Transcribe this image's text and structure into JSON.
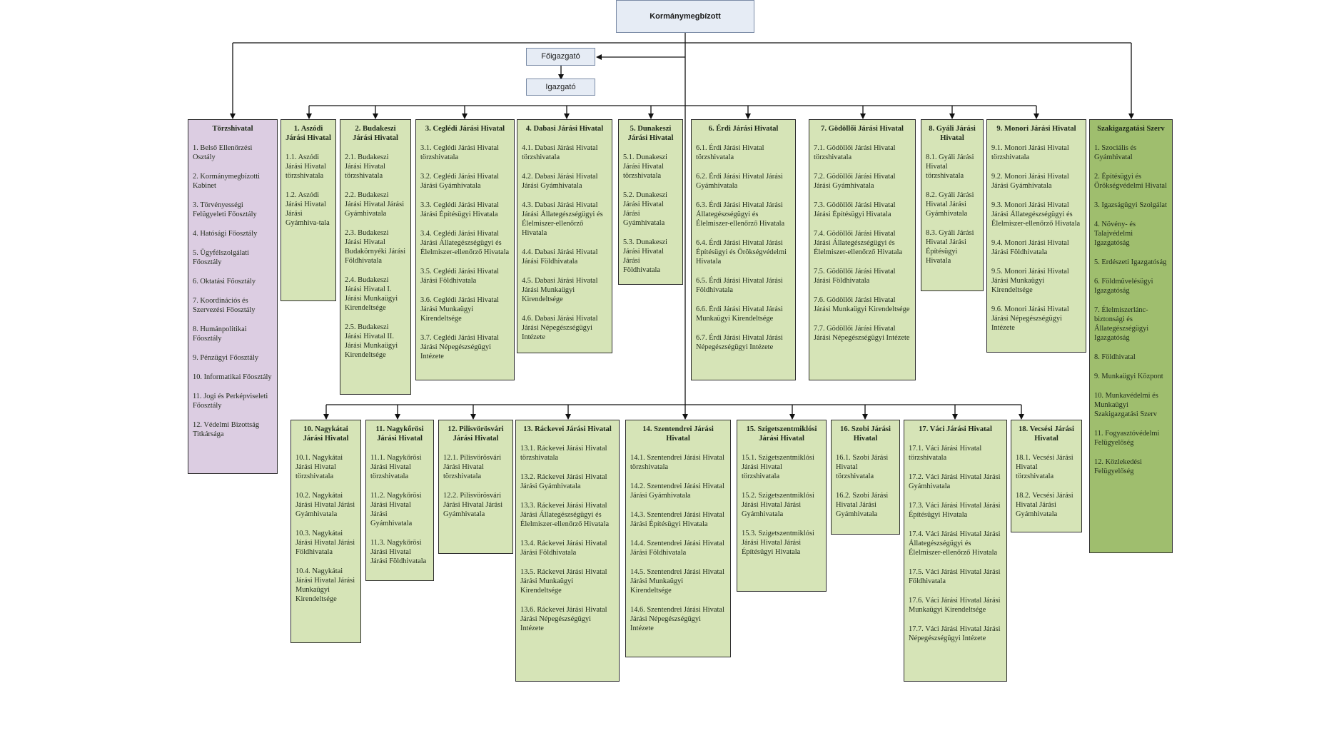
{
  "top": {
    "kormanymegbizott": "Kormánymegbízott",
    "foigazgato": "Főigazgató",
    "igazgato": "Igazgató"
  },
  "nodes": [
    {
      "title": "Törzshivatal",
      "color": "purple",
      "items": [
        "1. Belső Ellenőrzési Osztály",
        "2. Kormánymegbízotti Kabinet",
        "3. Törvényességi Felügyeleti Főosztály",
        "4. Hatósági Főosztály",
        "5. Ügyfélszolgálati Főosztály",
        "6. Oktatási Főosztály",
        "7. Koordinációs és Szervezési Főosztály",
        "8. Humánpolitikai Főosztály",
        "9. Pénzügyi Főosztály",
        "10. Informatikai Főosztály",
        "11. Jogi és Perképviseleti Főosztály",
        "12. Védelmi Bizottság Titkársága"
      ]
    },
    {
      "title": "1. Aszódi Járási Hivatal",
      "color": "green",
      "items": [
        "1.1. Aszódi Járási Hivatal törzshivatala",
        "1.2. Aszódi Járási Hivatal Járási Gyámhiva-tala"
      ]
    },
    {
      "title": "2. Budakeszi Járási Hivatal",
      "color": "green",
      "items": [
        "2.1. Budakeszi Járási Hivatal törzshivatala",
        "2.2. Budakeszi Járási Hivatal Járási Gyámhivatala",
        "2.3. Budakeszi Járási Hivatal Budakörnyéki Járási Földhivatala",
        "2.4. Budakeszi Járási Hivatal I. Járási Munkaügyi Kirendeltsége",
        "2.5. Budakeszi Járási Hivatal II. Járási Munkaügyi Kirendeltsége"
      ]
    },
    {
      "title": "3. Ceglédi Járási Hivatal",
      "color": "green",
      "items": [
        "3.1. Ceglédi Járási Hivatal törzshivatala",
        "3.2. Ceglédi Járási Hivatal Járási Gyámhivatala",
        "3.3. Ceglédi Járási Hivatal Járási Építésügyi Hivatala",
        "3.4. Ceglédi Járási Hivatal Járási Állategészségügyi és Élelmiszer-ellenőrző Hivatala",
        "3.5. Ceglédi Járási Hivatal Járási Földhivatala",
        "3.6. Ceglédi Járási Hivatal Járási Munkaügyi Kirendeltsége",
        "3.7. Ceglédi Járási Hivatal Járási Népegészségügyi Intézete"
      ]
    },
    {
      "title": "4. Dabasi Járási Hivatal",
      "color": "green",
      "items": [
        "4.1. Dabasi Járási Hivatal törzshivatala",
        "4.2. Dabasi Járási Hivatal Járási Gyámhivatala",
        "4.3. Dabasi Járási Hivatal Járási Állategészségügyi és Élelmiszer-ellenőrző Hivatala",
        "4.4. Dabasi Járási Hivatal Járási Földhivatala",
        "4.5. Dabasi Járási Hivatal Járási Munkaügyi Kirendeltsége",
        "4.6. Dabasi Járási Hivatal Járási Népegészségügyi Intézete"
      ]
    },
    {
      "title": "5. Dunakeszi Járási Hivatal",
      "color": "green",
      "items": [
        "5.1. Dunakeszi Járási Hivatal törzshivatala",
        "5.2. Dunakeszi Járási Hivatal Járási Gyámhivatala",
        "5.3. Dunakeszi Járási Hivatal Járási Földhivatala"
      ]
    },
    {
      "title": "6. Érdi Járási Hivatal",
      "color": "green",
      "items": [
        "6.1. Érdi Járási Hivatal törzshivatala",
        "6.2. Érdi Járási Hivatal Járási Gyámhivatala",
        "6.3. Érdi Járási Hivatal Járási Állategészségügyi és Élelmiszer-ellenőrző Hivatala",
        "6.4. Érdi Járási Hivatal Járási Építésügyi és Örökségvédelmi Hivatala",
        "6.5. Érdi Járási Hivatal Járási Földhivatala",
        "6.6. Érdi Járási Hivatal Járási Munkaügyi Kirendeltsége",
        "6.7. Érdi Járási Hivatal Járási Népegészségügyi Intézete"
      ]
    },
    {
      "title": "7. Gödöllői Járási Hivatal",
      "color": "green",
      "items": [
        "7.1. Gödöllői Járási Hivatal törzshivatala",
        "7.2. Gödöllői Járási Hivatal Járási Gyámhivatala",
        "7.3. Gödöllői Járási Hivatal Járási Építésügyi Hivatala",
        "7.4. Gödöllői Járási Hivatal Járási Állategészségügyi és Élelmiszer-ellenőrző Hivatala",
        "7.5. Gödöllői Járási Hivatal Járási Földhivatala",
        "7.6. Gödöllői Járási Hivatal Járási Munkaügyi Kirendeltsége",
        "7.7. Gödöllői Járási Hivatal Járási Népegészségügyi Intézete"
      ]
    },
    {
      "title": "8. Gyáli Járási Hivatal",
      "color": "green",
      "items": [
        "8.1. Gyáli Járási Hivatal törzshivatala",
        "8.2. Gyáli Járási Hivatal Járási Gyámhivatala",
        "8.3. Gyáli Járási Hivatal Járási Építésügyi Hivatala"
      ]
    },
    {
      "title": "9. Monori Járási Hivatal",
      "color": "green",
      "items": [
        "9.1. Monori Járási Hivatal törzshivatala",
        "9.2. Monori Járási Hivatal Járási Gyámhivatala",
        "9.3. Monori Járási Hivatal Járási Állategészségügyi és Élelmiszer-ellenőrző Hivatala",
        "9.4. Monori Járási Hivatal Járási Földhivatala",
        "9.5. Monori Járási Hivatal Járási Munkaügyi Kirendeltsége",
        "9.6. Monori Járási Hivatal Járási Népegészségügyi Intézete"
      ]
    },
    {
      "title": "Szakigazgatási Szerv",
      "color": "dark",
      "items": [
        "1. Szociális és Gyámhivatal",
        "2. Építésügyi és Örökségvédelmi Hivatal",
        "3. Igazságügyi Szolgálat",
        "4. Növény- és Talajvédelmi Igazgatóság",
        "5. Erdészeti Igazgatóság",
        "6. Földművelésügyi Igazgatóság",
        "7. Élelmiszerlánc-biztonsági és Állategészségügyi Igazgatóság",
        "8. Földhivatal",
        "9. Munkaügyi Központ",
        "10. Munkavédelmi és Munkaügyi Szakigazgatási Szerv",
        "11. Fogyasztóvédelmi Felügyelőség",
        "12. Közlekedési Felügyelőség"
      ]
    },
    {
      "title": "10. Nagykátai Járási Hivatal",
      "color": "green",
      "items": [
        "10.1. Nagykátai Járási Hivatal törzshivatala",
        "10.2. Nagykátai Járási Hivatal Járási Gyámhivatala",
        "10.3. Nagykátai Járási Hivatal Járási Földhivatala",
        "10.4. Nagykátai Járási Hivatal Járási Munkaügyi Kirendeltsége"
      ]
    },
    {
      "title": "11. Nagykőrösi Járási Hivatal",
      "color": "green",
      "items": [
        "11.1. Nagykőrösi Járási Hivatal törzshivatala",
        "11.2. Nagykőrösi Járási Hivatal Járási Gyámhivatala",
        "11.3. Nagykőrösi Járási Hivatal Járási Földhivatala"
      ]
    },
    {
      "title": "12. Pilisvörösvári Járási Hivatal",
      "color": "green",
      "items": [
        "12.1. Pilisvörösvári Járási Hivatal törzshivatala",
        "12.2. Pilisvörösvári Járási Hivatal Járási Gyámhivatala"
      ]
    },
    {
      "title": "13. Ráckevei Járási Hivatal",
      "color": "green",
      "items": [
        "13.1. Ráckevei Járási Hivatal törzshivatala",
        "13.2. Ráckevei Járási Hivatal Járási Gyámhivatala",
        "13.3. Ráckevei Járási Hivatal Járási Állategészségügyi és Élelmiszer-ellenőrző Hivatala",
        "13.4. Ráckevei Járási Hivatal Járási Földhivatala",
        "13.5. Ráckevei Járási Hivatal Járási Munkaügyi Kirendeltsége",
        "13.6. Ráckevei Járási Hivatal Járási Népegészségügyi Intézete"
      ]
    },
    {
      "title": "14. Szentendrei Járási Hivatal",
      "color": "green",
      "items": [
        "14.1. Szentendrei Járási Hivatal törzshivatala",
        "14.2. Szentendrei Járási Hivatal Járási Gyámhivatala",
        "14.3. Szentendrei Járási Hivatal Járási Építésügyi Hivatala",
        "14.4. Szentendrei Járási Hivatal Járási Földhivatala",
        "14.5. Szentendrei Járási Hivatal Járási Munkaügyi Kirendeltsége",
        "14.6. Szentendrei Járási Hivatal Járási Népegészségügyi Intézete"
      ]
    },
    {
      "title": "15. Szigetszentmiklósi Járási Hivatal",
      "color": "green",
      "items": [
        "15.1. Szigetszentmiklósi Járási Hivatal törzshivatala",
        "15.2. Szigetszentmiklósi Járási Hivatal Járási Gyámhivatala",
        "15.3. Szigetszentmiklósi Járási Hivatal Járási Építésügyi Hivatala"
      ]
    },
    {
      "title": "16. Szobi Járási Hivatal",
      "color": "green",
      "items": [
        "16.1. Szobi Járási Hivatal törzshivatala",
        "16.2. Szobi Járási Hivatal Járási Gyámhivatala"
      ]
    },
    {
      "title": "17. Váci Járási Hivatal",
      "color": "green",
      "items": [
        "17.1. Váci Járási Hivatal törzshivatala",
        "17.2. Váci Járási Hivatal Járási Gyámhivatala",
        "17.3. Váci Járási Hivatal Járási Építésügyi Hivatala",
        "17.4. Váci Járási Hivatal Járási Állategészségügyi és Élelmiszer-ellenőrző Hivatala",
        "17.5. Váci Járási Hivatal Járási Földhivatala",
        "17.6. Váci Járási Hivatal Járási Munkaügyi Kirendeltsége",
        "17.7. Váci Járási Hivatal Járási Népegészségügyi Intézete"
      ]
    },
    {
      "title": "18. Vecsési Járási Hivatal",
      "color": "green",
      "items": [
        "18.1. Vecsési Járási Hivatal törzshivatala",
        "18.2. Vecsési Járási Hivatal Járási Gyámhivatala"
      ]
    }
  ]
}
